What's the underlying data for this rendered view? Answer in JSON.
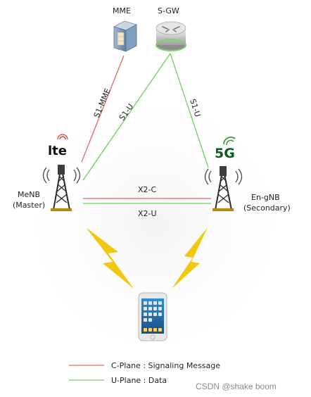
{
  "nodes": {
    "mme": {
      "label": "MME"
    },
    "sgw": {
      "label": "S-GW"
    },
    "menb": {
      "label_line1": "MeNB",
      "label_line2": "(Master)",
      "badge_text": "lte"
    },
    "engnb": {
      "label_line1": "En-gNB",
      "label_line2": "(Secondary)",
      "badge_text": "5G"
    }
  },
  "links": {
    "s1_mme": "S1-MME",
    "s1_u_menb": "S1-U",
    "s1_u_engnb": "S1-U",
    "x2_c": "X2-C",
    "x2_u": "X2-U"
  },
  "legend": {
    "c_plane": "C-Plane : Signaling Message",
    "u_plane": "U-Plane : Data"
  },
  "colors": {
    "c_plane": "#e06666",
    "u_plane": "#6fcf5f",
    "lightning": "#f2c80f",
    "lte_logo": "#111111",
    "lte_signal": "#e53935",
    "fiveg_logo": "#0b5d1e",
    "fiveg_signal": "#2e9b3a"
  },
  "icons": {
    "mme": "server-icon",
    "sgw": "router-icon",
    "tower": "cell-tower-icon",
    "phone": "smartphone-icon",
    "lightning": "lightning-icon"
  },
  "watermark": "CSDN @shake boom"
}
